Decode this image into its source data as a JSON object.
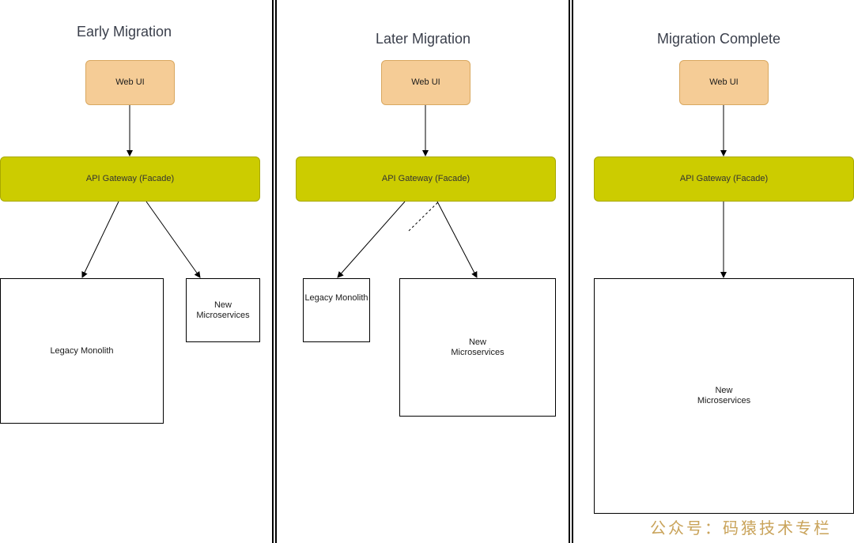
{
  "panels": [
    {
      "title": "Early Migration",
      "web_ui": "Web UI",
      "gateway": "API Gateway (Facade)",
      "legacy": "Legacy Monolith",
      "micro_line1": "New",
      "micro_line2": "Microservices"
    },
    {
      "title": "Later Migration",
      "web_ui": "Web UI",
      "gateway": "API Gateway (Facade)",
      "legacy": "Legacy Monolith",
      "micro_line1": "New",
      "micro_line2": "Microservices"
    },
    {
      "title": "Migration Complete",
      "web_ui": "Web UI",
      "gateway": "API Gateway (Facade)",
      "micro_line1": "New",
      "micro_line2": "Microservices"
    }
  ],
  "watermark": "公众号：码猿技术专栏"
}
